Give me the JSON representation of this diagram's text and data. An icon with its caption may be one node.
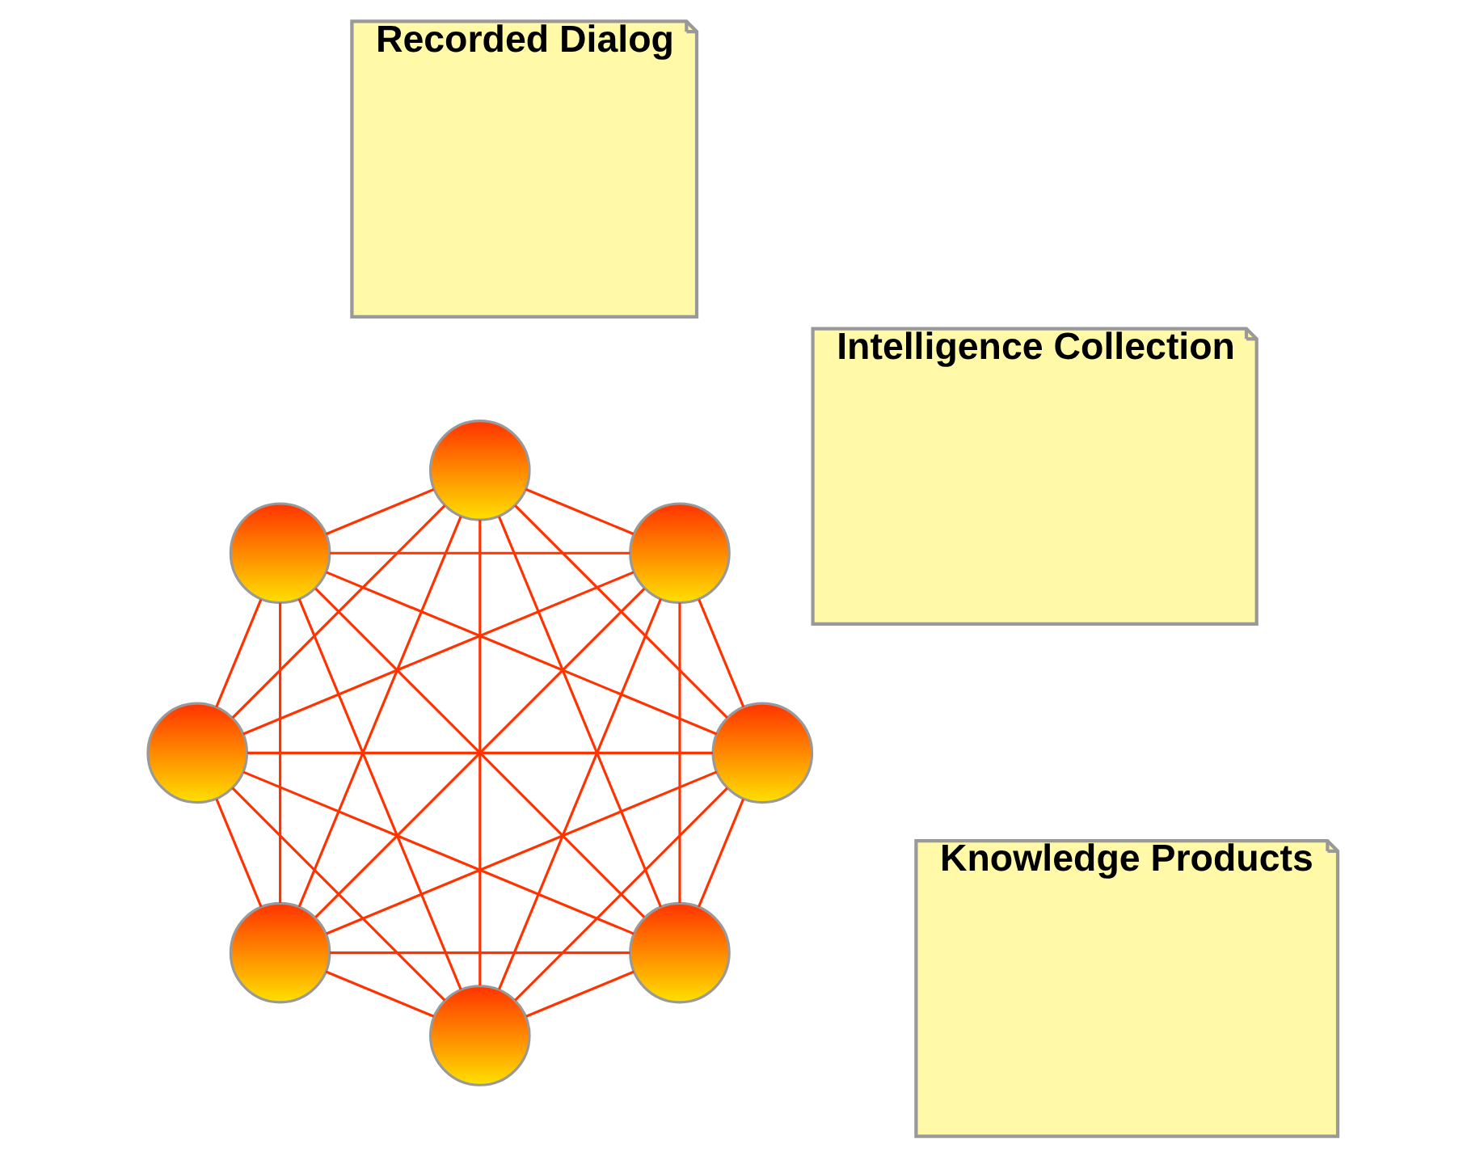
{
  "diagram": {
    "nodes": [
      {
        "text": [],
        "shape": "circle"
      },
      {
        "text": [],
        "shape": "circle"
      },
      {
        "text": [],
        "shape": "circle"
      },
      {
        "text": [
          "Recorded Dialog"
        ]
      },
      {
        "text": [
          "Intelligence Collection"
        ]
      },
      {
        "text": [
          "Knowledge Products"
        ]
      },
      {
        "text": [],
        "shape": "circle"
      },
      {
        "text": [],
        "shape": "circle"
      },
      {
        "text": [],
        "shape": "circle"
      },
      {
        "text": [],
        "shape": "circle"
      },
      {
        "text": [],
        "shape": "circle"
      }
    ],
    "edges": [
      {
        "from": 0,
        "to": 1,
        "arrow": "none"
      },
      {
        "from": 0,
        "to": 2,
        "arrow": "none"
      },
      {
        "from": 0,
        "to": 6,
        "arrow": "none"
      },
      {
        "from": 0,
        "to": 7,
        "arrow": "none"
      },
      {
        "from": 0,
        "to": 8,
        "arrow": "none"
      },
      {
        "from": 0,
        "to": 9,
        "arrow": "none"
      },
      {
        "from": 0,
        "to": 10,
        "arrow": "none"
      },
      {
        "from": 1,
        "to": 2,
        "arrow": "none"
      },
      {
        "from": 1,
        "to": 6,
        "arrow": "none"
      },
      {
        "from": 1,
        "to": 7,
        "arrow": "none"
      },
      {
        "from": 1,
        "to": 8,
        "arrow": "none"
      },
      {
        "from": 1,
        "to": 9,
        "arrow": "none"
      },
      {
        "from": 1,
        "to": 10,
        "arrow": "none"
      },
      {
        "from": 2,
        "to": 6,
        "arrow": "none"
      },
      {
        "from": 2,
        "to": 7,
        "arrow": "none"
      },
      {
        "from": 2,
        "to": 8,
        "arrow": "none"
      },
      {
        "from": 2,
        "to": 9,
        "arrow": "none"
      },
      {
        "from": 2,
        "to": 10,
        "arrow": "none"
      },
      {
        "from": 6,
        "to": 7,
        "arrow": "none"
      },
      {
        "from": 6,
        "to": 8,
        "arrow": "none"
      },
      {
        "from": 6,
        "to": 9,
        "arrow": "none"
      },
      {
        "from": 6,
        "to": 10,
        "arrow": "none"
      },
      {
        "from": 7,
        "to": 8,
        "arrow": "none"
      },
      {
        "from": 7,
        "to": 9,
        "arrow": "none"
      },
      {
        "from": 7,
        "to": 10,
        "arrow": "none"
      },
      {
        "from": 8,
        "to": 9,
        "arrow": "none"
      },
      {
        "from": 8,
        "to": 10,
        "arrow": "none"
      },
      {
        "from": 9,
        "to": 10,
        "arrow": "none"
      }
    ]
  }
}
